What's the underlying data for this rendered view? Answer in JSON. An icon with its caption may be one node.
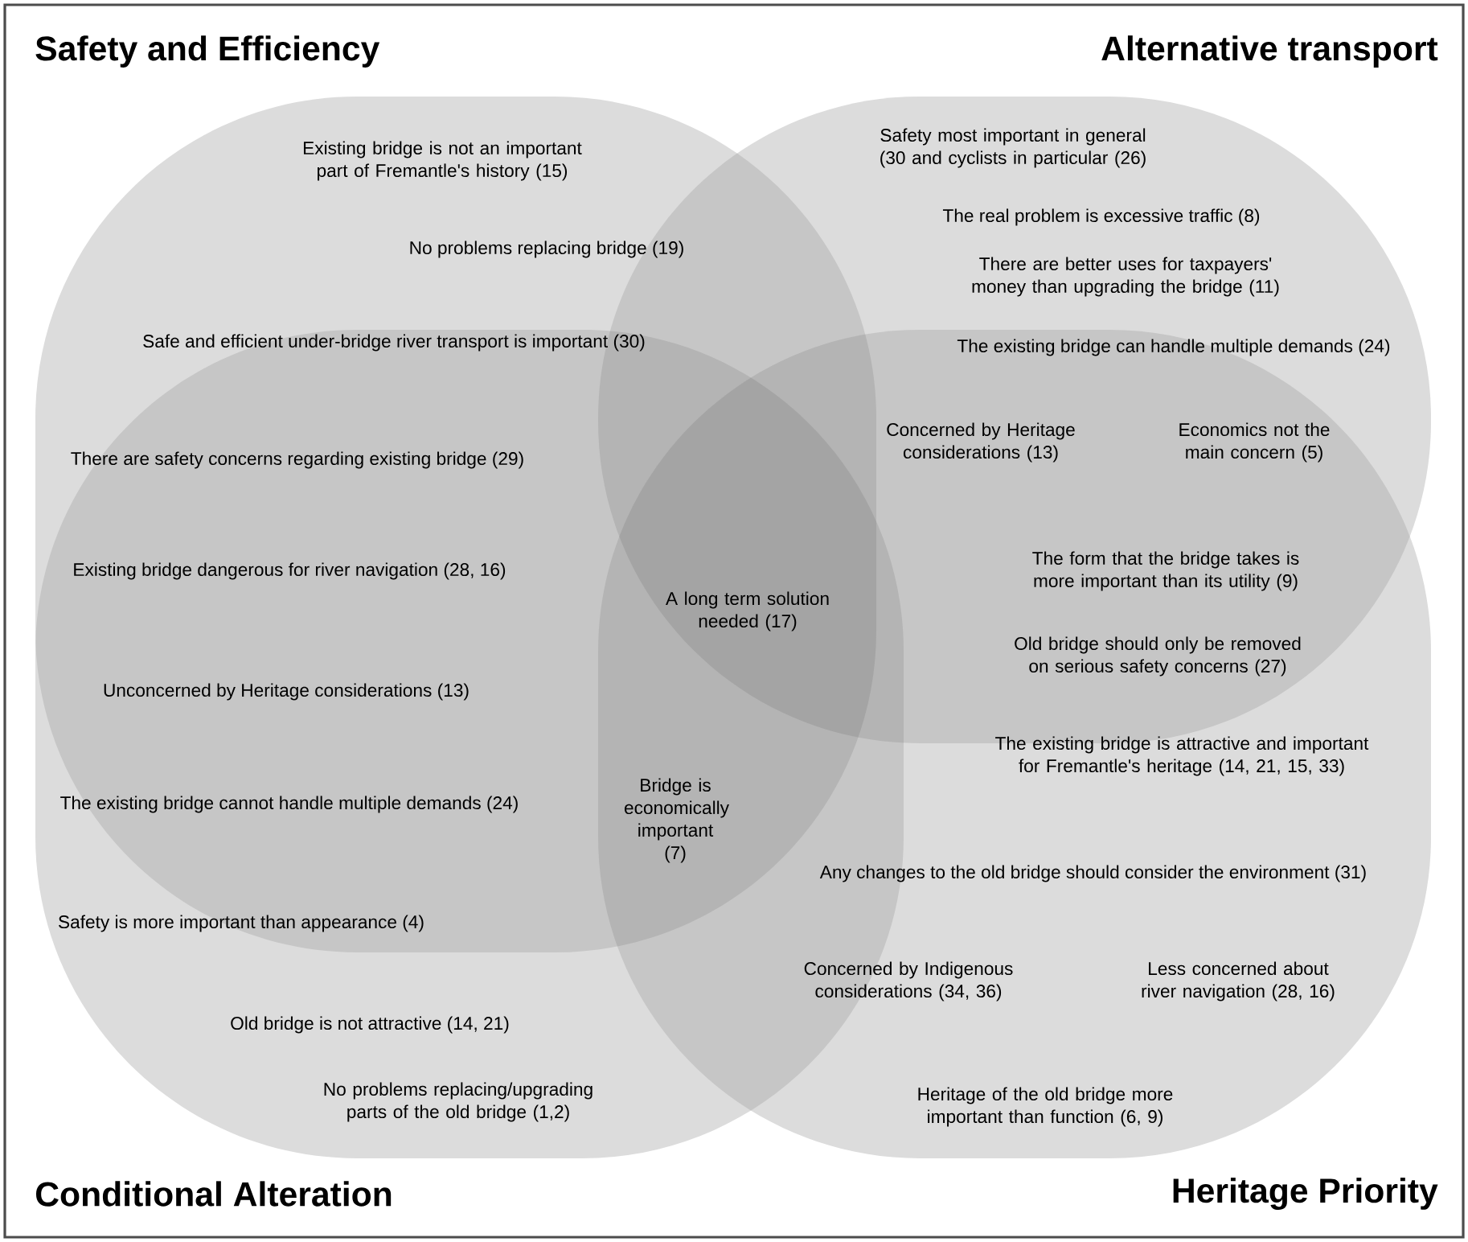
{
  "diagram": {
    "nodes": [
      {
        "text": [
          "Safety and Efficiency"
        ]
      },
      {
        "text": [
          "Alternative transport"
        ]
      },
      {
        "text": [
          "Conditional Alteration"
        ]
      },
      {
        "text": [
          "Heritage Priority"
        ]
      }
    ],
    "labels": [
      "Existing bridge is not an important part of Fremantle's history (15)",
      "No problems replacing bridge (19)",
      "Safety most important in general (30 and cyclists in particular (26)",
      "The real problem is excessive traffic (8)",
      "There are better uses for taxpayers' money than upgrading the bridge (11)",
      "Safe and efficient under-bridge river transport is important (30)",
      "The existing bridge can handle multiple demands (24)",
      "Concerned by Heritage considerations (13)",
      "Economics not the main concern (5)",
      "There are safety concerns regarding existing bridge (29)",
      "The form that the bridge takes is more important than its utility (9)",
      "Existing bridge dangerous for river navigation (28, 16)",
      "A long term solution needed (17)",
      "Old bridge should only be removed on serious safety concerns (27)",
      "Unconcerned by Heritage considerations (13)",
      "The existing bridge is attractive and important for Fremantle's heritage (14, 21, 15, 33)",
      "The existing bridge cannot handle multiple demands (24)",
      "Bridge is economically important (7)",
      "Any changes to the old bridge should consider the environment (31)",
      "Safety is more important than appearance (4)",
      "Concerned by Indigenous considerations (34, 36)",
      "Less concerned about river navigation (28, 16)",
      "Old bridge is not attractive (14, 21)",
      "No problems replacing/upgrading parts of the old bridge (1,2)",
      "Heritage of the old bridge more important than function (6, 9)"
    ]
  }
}
